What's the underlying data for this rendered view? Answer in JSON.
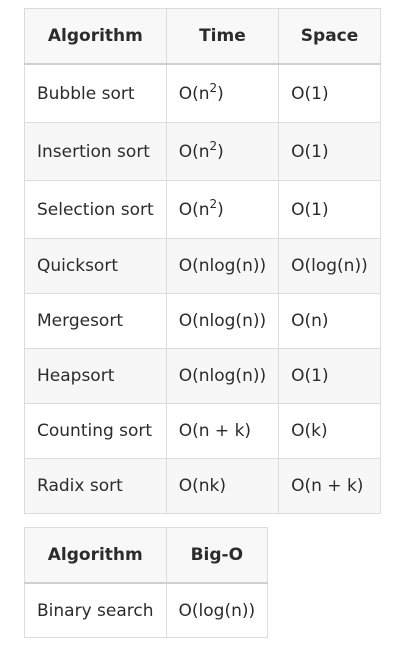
{
  "complexity_table": {
    "headers": [
      "Algorithm",
      "Time",
      "Space"
    ],
    "rows": [
      {
        "algorithm": "Bubble sort",
        "time": "O(n",
        "time_sup": "2",
        "time_tail": ")",
        "space": "O(1)"
      },
      {
        "algorithm": "Insertion sort",
        "time": "O(n",
        "time_sup": "2",
        "time_tail": ")",
        "space": "O(1)"
      },
      {
        "algorithm": "Selection sort",
        "time": "O(n",
        "time_sup": "2",
        "time_tail": ")",
        "space": "O(1)"
      },
      {
        "algorithm": "Quicksort",
        "time": "O(nlog(n))",
        "space": "O(log(n))"
      },
      {
        "algorithm": "Mergesort",
        "time": "O(nlog(n))",
        "space": "O(n)"
      },
      {
        "algorithm": "Heapsort",
        "time": "O(nlog(n))",
        "space": "O(1)"
      },
      {
        "algorithm": "Counting sort",
        "time": "O(n + k)",
        "space": "O(k)"
      },
      {
        "algorithm": "Radix sort",
        "time": "O(nk)",
        "space": "O(n + k)"
      }
    ]
  },
  "search_table": {
    "headers": [
      "Algorithm",
      "Big-O"
    ],
    "rows": [
      {
        "algorithm": "Binary search",
        "big_o": "O(log(n))"
      }
    ]
  }
}
